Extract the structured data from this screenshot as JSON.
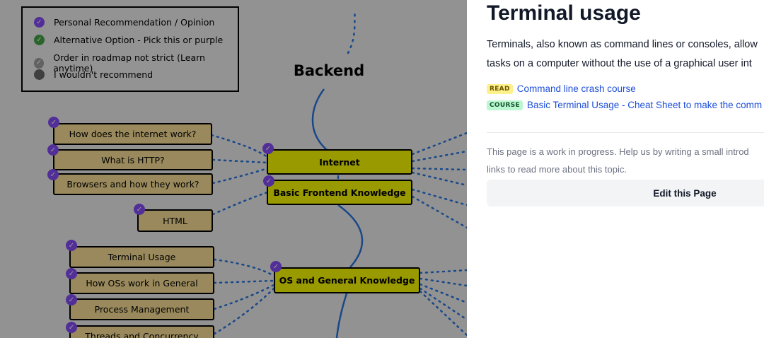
{
  "colors": {
    "personal": "#874efe",
    "alternative": "#46a748",
    "order_not_strict": "#a3a3a3",
    "not_recommended": "#6b6b6b",
    "topic_fill": "#ffff00",
    "subtopic_fill": "#ffe599",
    "connector_blue": "#2b78e4",
    "link_blue": "#1d4ed8"
  },
  "legend": {
    "items": [
      {
        "label": "Personal Recommendation / Opinion",
        "icon": "check-circle-icon"
      },
      {
        "label": "Alternative Option - Pick this or purple",
        "icon": "check-circle-icon"
      },
      {
        "label": "Order in roadmap not strict (Learn anytime)",
        "icon": "check-circle-icon"
      },
      {
        "label": "I wouldn't recommend",
        "icon": "circle-icon"
      }
    ]
  },
  "roadmap": {
    "title": "Backend",
    "topics": {
      "internet": "Internet",
      "basic_frontend": "Basic Frontend Knowledge",
      "os_general": "OS and General Knowledge"
    },
    "subtopics": {
      "how_internet_works": "How does the internet work?",
      "what_is_http": "What is HTTP?",
      "browsers": "Browsers and how they work?",
      "html": "HTML",
      "terminal_usage": "Terminal Usage",
      "how_os_work": "How OSs work in General",
      "process_management": "Process Management",
      "threads": "Threads and Concurrency"
    }
  },
  "panel": {
    "title": "Terminal usage",
    "description_lines": [
      "Terminals, also known as command lines or consoles, allow",
      "tasks on a computer without the use of a graphical user int"
    ],
    "resources": [
      {
        "type": "READ",
        "label": "Command line crash course"
      },
      {
        "type": "COURSE",
        "label": "Basic Terminal Usage - Cheat Sheet to make the comm"
      }
    ],
    "wip_lines": [
      "This page is a work in progress. Help us by writing a small introd",
      "links to read more about this topic."
    ],
    "edit_button": "Edit this Page"
  }
}
